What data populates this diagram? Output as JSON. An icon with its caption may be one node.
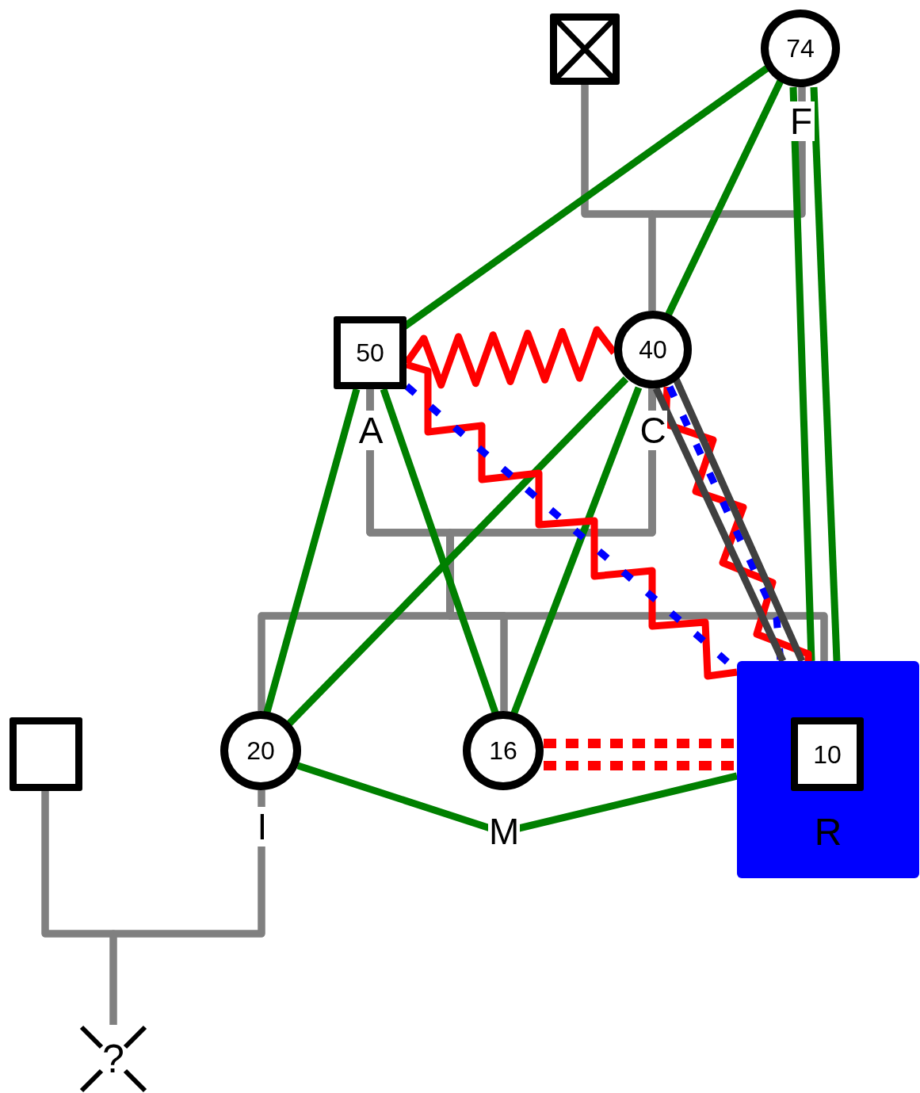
{
  "diagram": {
    "nodes": [
      {
        "text": [],
        "shape": "box"
      },
      {
        "text": [
          "74"
        ],
        "beside": [
          "F"
        ]
      },
      {
        "text": [
          "50"
        ],
        "beside": [
          "A"
        ]
      },
      {
        "text": [
          "40"
        ],
        "beside": [
          "C"
        ]
      },
      {
        "text": [],
        "shape": "box"
      },
      {
        "text": [
          "20"
        ],
        "beside": [
          "I"
        ]
      },
      {
        "text": [
          "16"
        ]
      },
      {
        "text": [
          "R"
        ]
      },
      {
        "text": [
          "10"
        ],
        "in": 7
      },
      {
        "text": [
          "?"
        ]
      }
    ],
    "edges": [
      {
        "from": 0,
        "to": 1,
        "arrow": "none"
      },
      {
        "from": 0,
        "to": 3,
        "arrow": "none"
      },
      {
        "from": 1,
        "to": 3,
        "arrow": "none"
      },
      {
        "from": 2,
        "to": 3,
        "arrow": "none"
      },
      {
        "from": 2,
        "to": 5,
        "arrow": "none"
      },
      {
        "from": 2,
        "to": 6,
        "arrow": "none"
      },
      {
        "from": 2,
        "to": 7,
        "arrow": "none"
      },
      {
        "from": 3,
        "to": 5,
        "arrow": "none"
      },
      {
        "from": 3,
        "to": 6,
        "arrow": "none"
      },
      {
        "from": 3,
        "to": 7,
        "arrow": "none"
      },
      {
        "from": 4,
        "to": 5,
        "arrow": "none"
      },
      {
        "from": 4,
        "to": 9,
        "arrow": "none"
      },
      {
        "from": 5,
        "to": 9,
        "arrow": "none"
      },
      {
        "from": 1,
        "to": 2,
        "arrow": "none",
        "color": "#008000"
      },
      {
        "from": 1,
        "to": 3,
        "arrow": "none",
        "color": "#008000"
      },
      {
        "from": 1,
        "to": 7,
        "arrow": "none",
        "color": "#008000"
      },
      {
        "from": 1,
        "to": 7,
        "arrow": "none",
        "color": "#008000"
      },
      {
        "from": 2,
        "to": 5,
        "arrow": "none",
        "color": "#008000"
      },
      {
        "from": 2,
        "to": 6,
        "arrow": "none",
        "color": "#008000"
      },
      {
        "from": 3,
        "to": 5,
        "arrow": "none",
        "color": "#008000"
      },
      {
        "from": 3,
        "to": 6,
        "arrow": "none",
        "color": "#008000"
      },
      {
        "from": 5,
        "to": 7,
        "arrow": "none",
        "label": "M",
        "color": "#008000"
      },
      {
        "from": 2,
        "to": 3,
        "arrow": "none",
        "color": "#ff0000"
      },
      {
        "from": 2,
        "to": 7,
        "arrow": "none",
        "color": "#ff0000"
      },
      {
        "from": 3,
        "to": 7,
        "arrow": "none",
        "color": "#ff0000"
      },
      {
        "from": 2,
        "to": 7,
        "arrow": "none",
        "style": "dashed",
        "color": "#0000ff"
      },
      {
        "from": 3,
        "to": 7,
        "arrow": "none",
        "style": "dashed",
        "color": "#0000ff"
      },
      {
        "from": 3,
        "to": 7,
        "arrow": "none",
        "color": "#404040"
      },
      {
        "from": 3,
        "to": 7,
        "arrow": "none",
        "color": "#404040"
      },
      {
        "from": 6,
        "to": 7,
        "arrow": "none",
        "style": "dashed",
        "color": "#ff0000"
      },
      {
        "from": 6,
        "to": 7,
        "arrow": "none",
        "style": "dashed",
        "color": "#ff0000"
      }
    ]
  }
}
